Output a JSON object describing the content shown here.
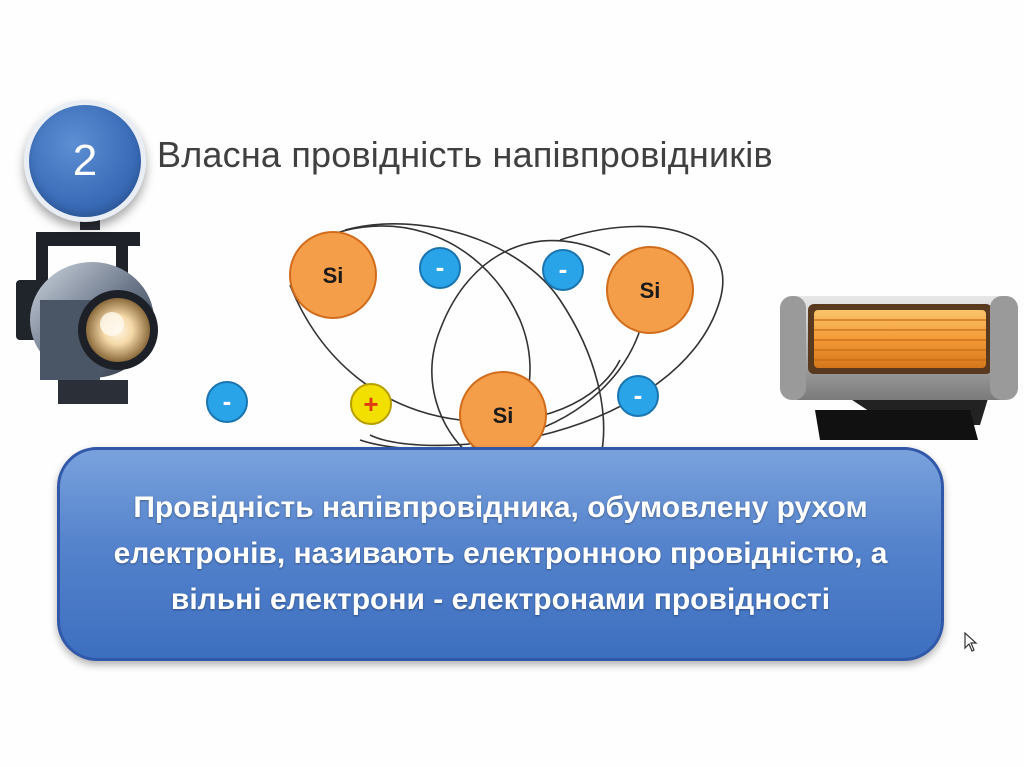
{
  "slide": {
    "number": "2",
    "title": "Власна провідність напівпровідників"
  },
  "diagram": {
    "atoms": [
      {
        "label": "Si"
      },
      {
        "label": "Si"
      },
      {
        "label": "Si"
      }
    ],
    "electron_label": "-",
    "hole_label": "+",
    "colors": {
      "atom_fill": "#f59e4a",
      "atom_stroke": "#d06c1c",
      "electron_fill": "#2aa4e8",
      "hole_fill": "#f2e000",
      "orbit_stroke": "#333333"
    }
  },
  "caption": {
    "text": "Провідність напівпровідника, обумовлену рухом електронів, називають електронною провідністю, а вільні електрони - електронами провідності"
  },
  "colors": {
    "title": "#404040",
    "badge": "#3a6cb8",
    "caption_box": "#5583cc",
    "caption_text": "#ffffff"
  },
  "icons": [
    "stage-spotlight-icon",
    "infrared-heater-icon",
    "mouse-cursor-icon"
  ]
}
